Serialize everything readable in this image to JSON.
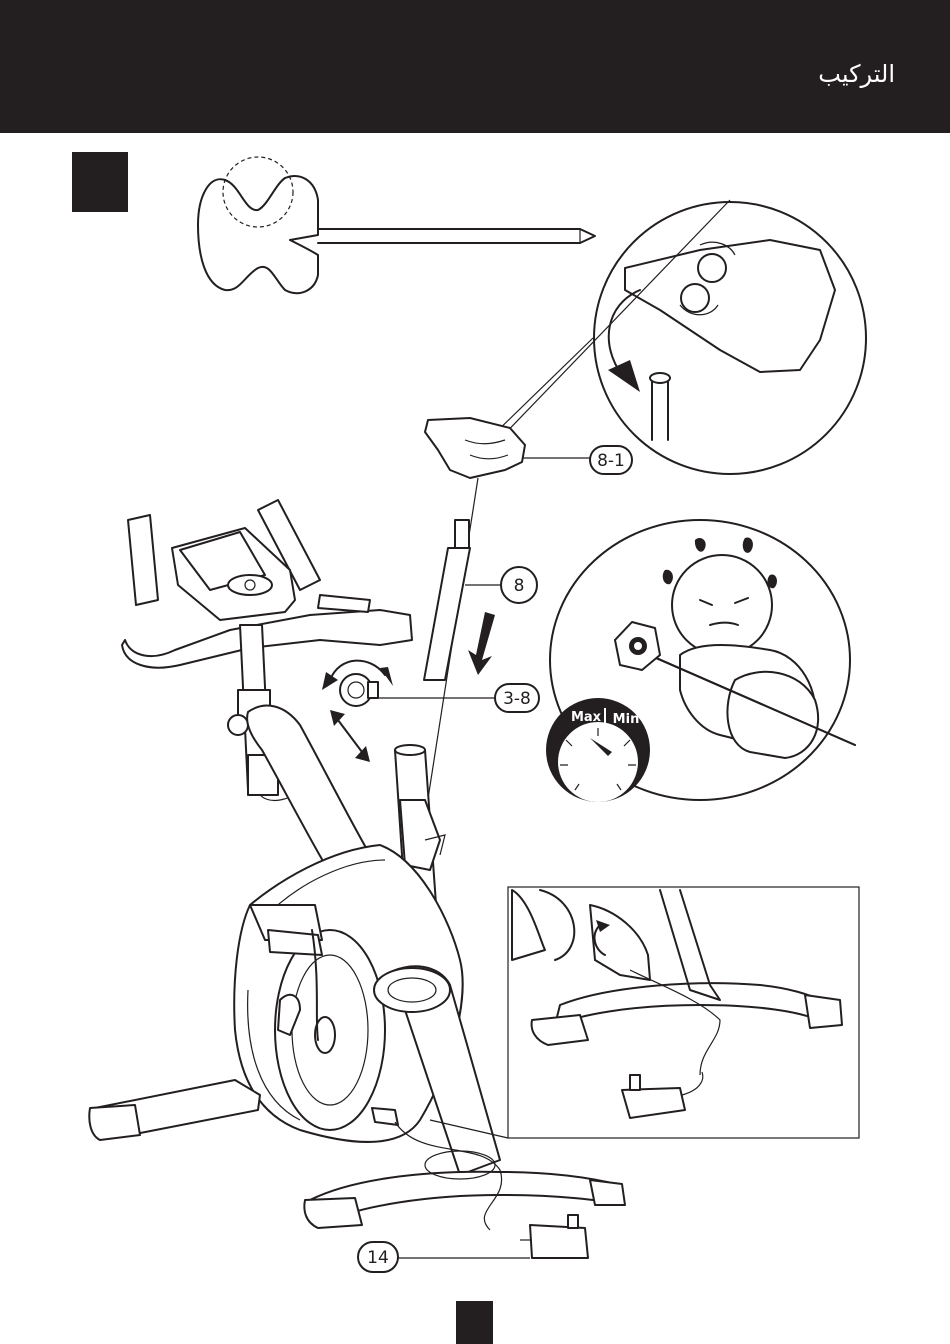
{
  "header": {
    "title": "التركيب",
    "background": "#231f20",
    "text_color": "#ffffff"
  },
  "callouts": {
    "seat": "8-1",
    "seat_post": "8",
    "knob": "3-8",
    "adapter": "14"
  },
  "gauge": {
    "max_label": "Max",
    "min_label": "Min"
  },
  "icons": {
    "tool": "wrench-screwdriver-icon",
    "seat_zoom": "zoom-circle-icon",
    "warning": "overtighten-warning-icon",
    "power": "power-adapter-icon"
  }
}
